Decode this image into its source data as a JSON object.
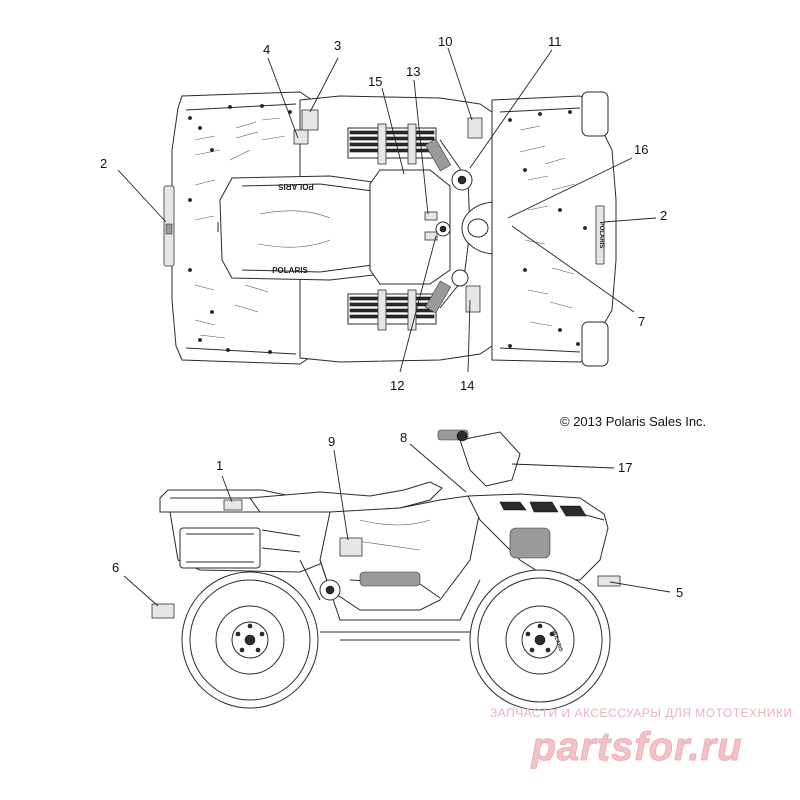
{
  "diagram": {
    "copyright": "© 2013 Polaris Sales Inc.",
    "decal_text": {
      "top_decal_left": "POLARIS",
      "top_decal_center": "POLARIS",
      "front_decal": "POLARIS",
      "wheel_text": "POLARIS"
    },
    "callouts": [
      {
        "id": "c4",
        "label": "4"
      },
      {
        "id": "c3",
        "label": "3"
      },
      {
        "id": "c15",
        "label": "15"
      },
      {
        "id": "c13",
        "label": "13"
      },
      {
        "id": "c10",
        "label": "10"
      },
      {
        "id": "c11",
        "label": "11"
      },
      {
        "id": "c16",
        "label": "16"
      },
      {
        "id": "c2a",
        "label": "2"
      },
      {
        "id": "c2b",
        "label": "2"
      },
      {
        "id": "c7",
        "label": "7"
      },
      {
        "id": "c12",
        "label": "12"
      },
      {
        "id": "c14",
        "label": "14"
      },
      {
        "id": "c9",
        "label": "9"
      },
      {
        "id": "c8",
        "label": "8"
      },
      {
        "id": "c1",
        "label": "1"
      },
      {
        "id": "c17",
        "label": "17"
      },
      {
        "id": "c6",
        "label": "6"
      },
      {
        "id": "c5",
        "label": "5"
      }
    ]
  },
  "watermark": {
    "caption": "ЗАПЧАСТИ И АКСЕССУАРЫ ДЛЯ МОТОТЕХНИКИ",
    "logo": "partsfor.ru",
    "color": "#d94a57"
  }
}
